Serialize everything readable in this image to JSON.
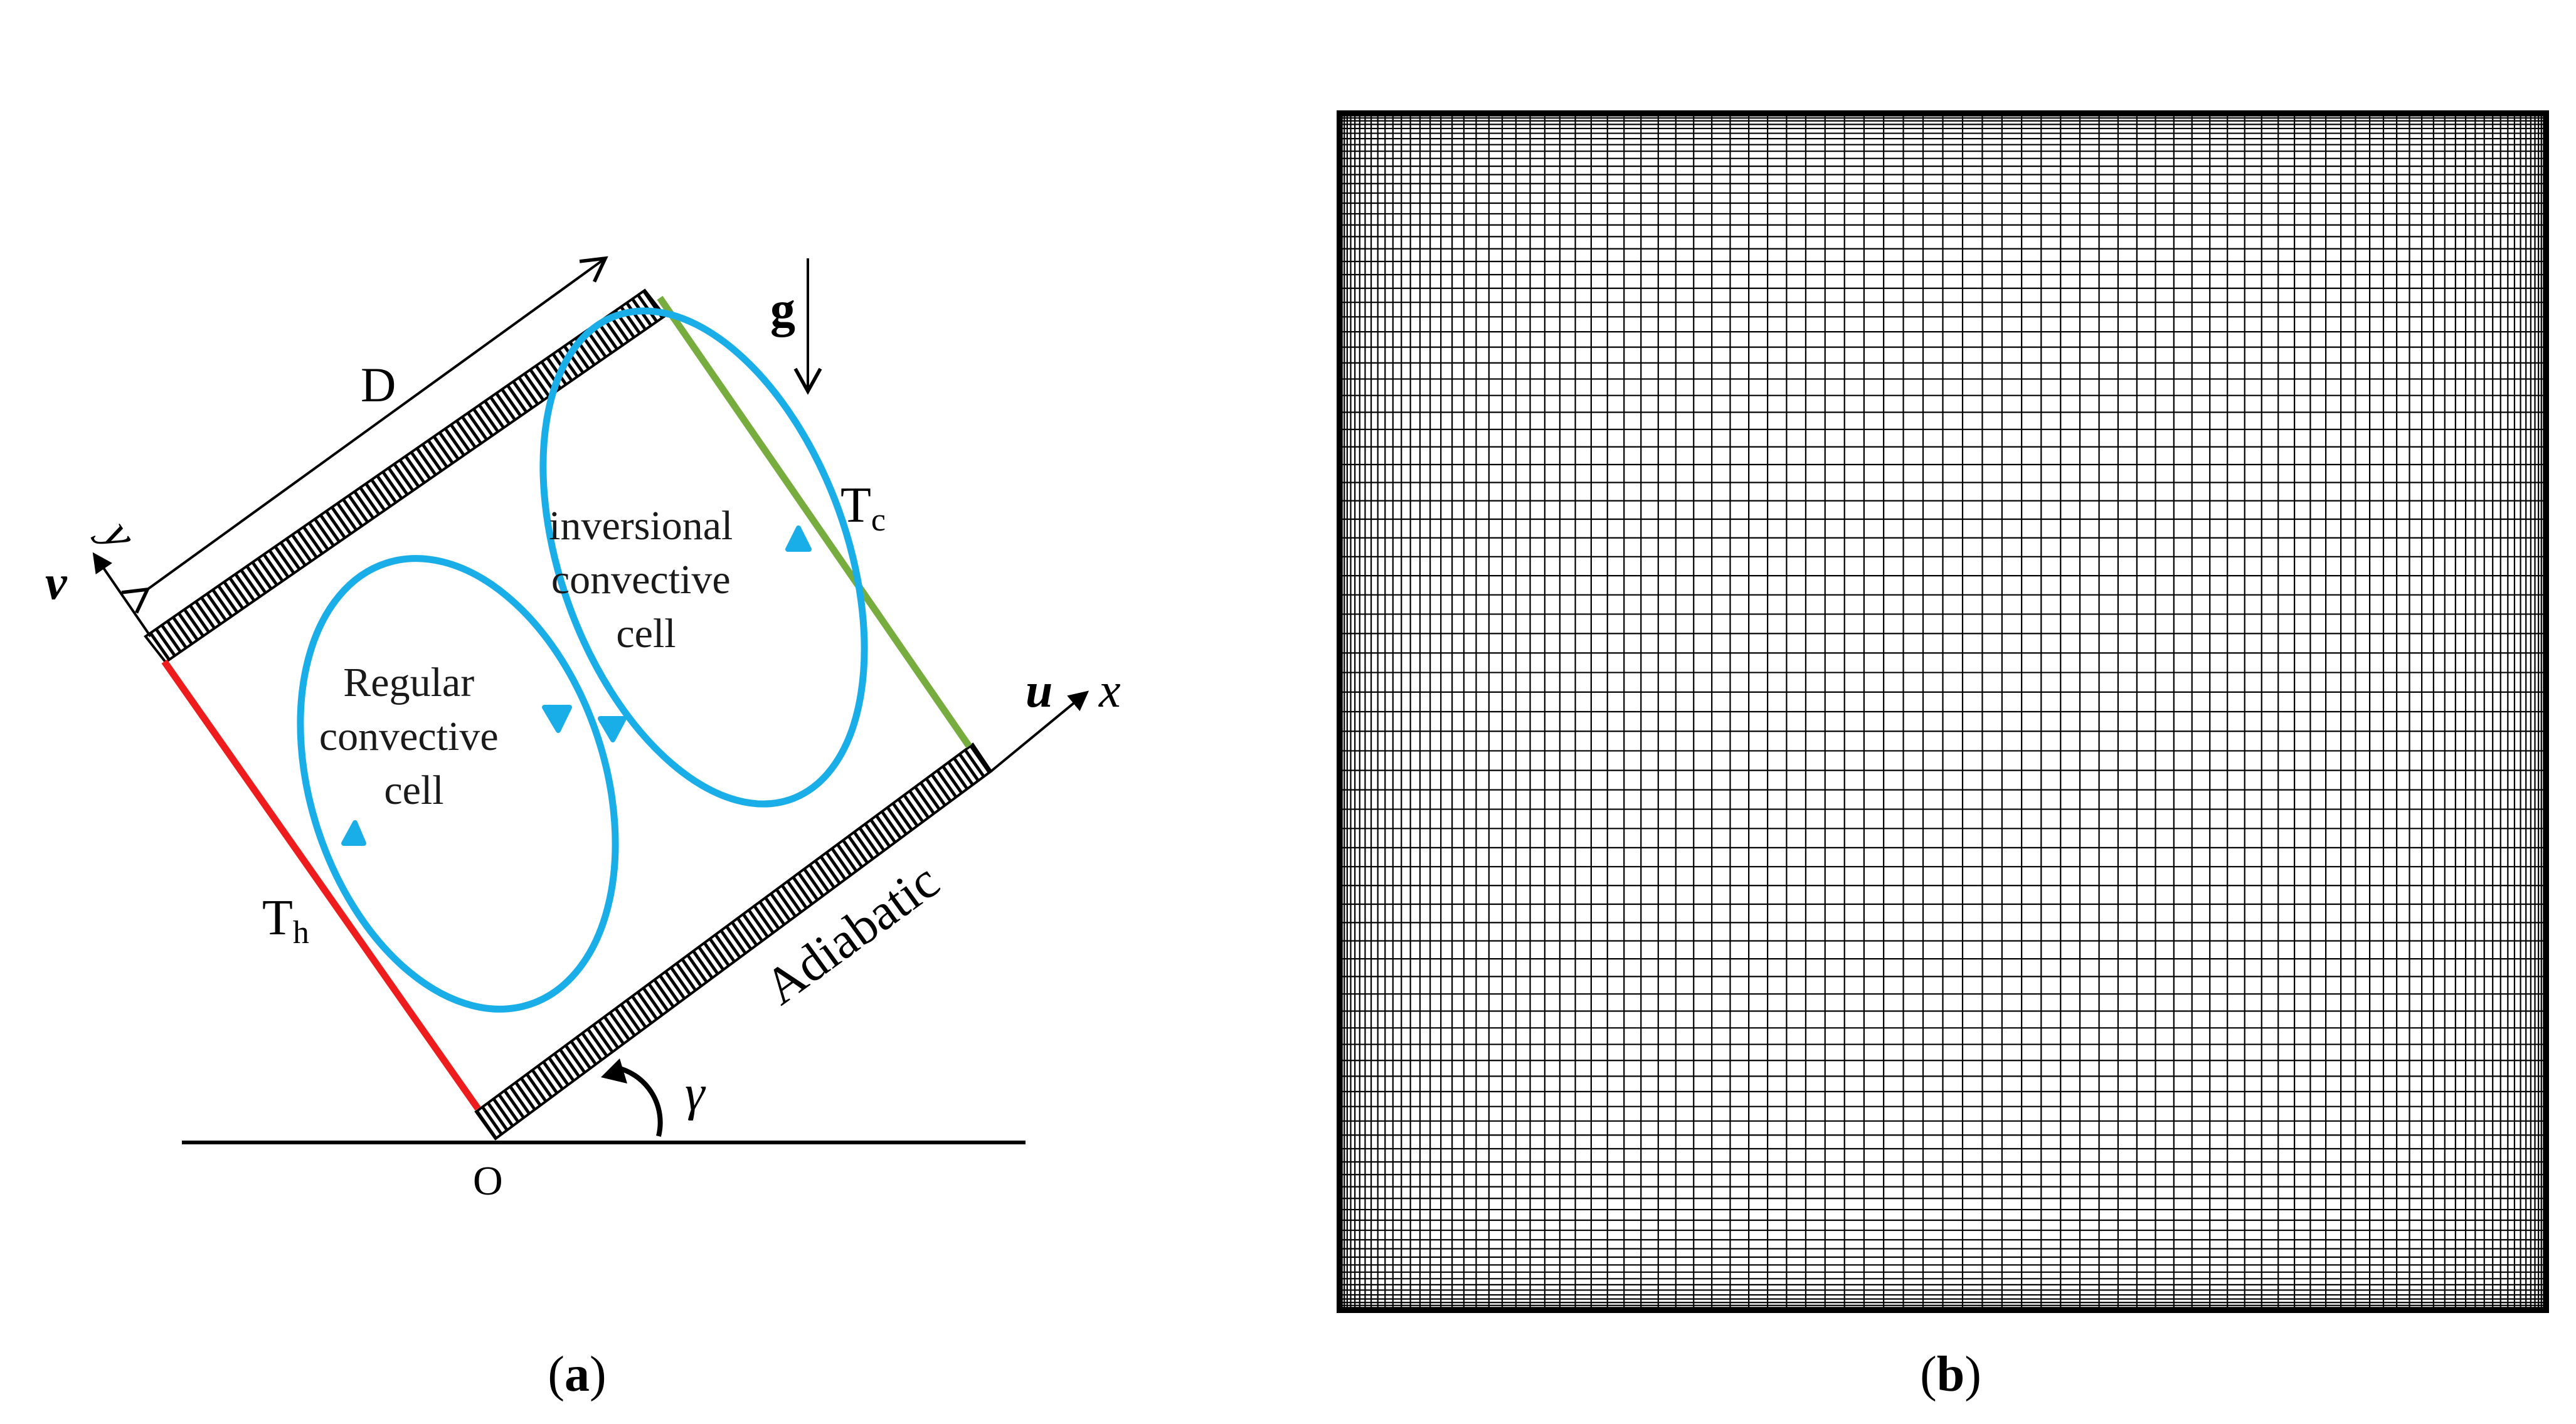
{
  "panel_a": {
    "length_label": "D",
    "gravity_label": "g",
    "cold_wall_label": "T",
    "cold_wall_sub": "c",
    "hot_wall_label": "T",
    "hot_wall_sub": "h",
    "adiabatic_label": "Adiabatic",
    "y_axis_velocity": "v",
    "y_axis_label": "y",
    "x_axis_velocity": "u",
    "x_axis_label": "x",
    "origin_label": "O",
    "angle_label": "γ",
    "regular_cell_lines": [
      "Regular",
      "convective",
      "cell"
    ],
    "inversional_cell_lines": [
      "inversional",
      "convective",
      "cell"
    ],
    "caption_open": "(",
    "caption_letter": "a",
    "caption_close": ")"
  },
  "panel_b": {
    "caption_open": "(",
    "caption_letter": "b",
    "caption_close": ")"
  },
  "colors": {
    "hot_wall": "#ee1c1c",
    "cold_wall": "#77ac3f",
    "cells": "#1aaee8",
    "ink": "#000000"
  }
}
